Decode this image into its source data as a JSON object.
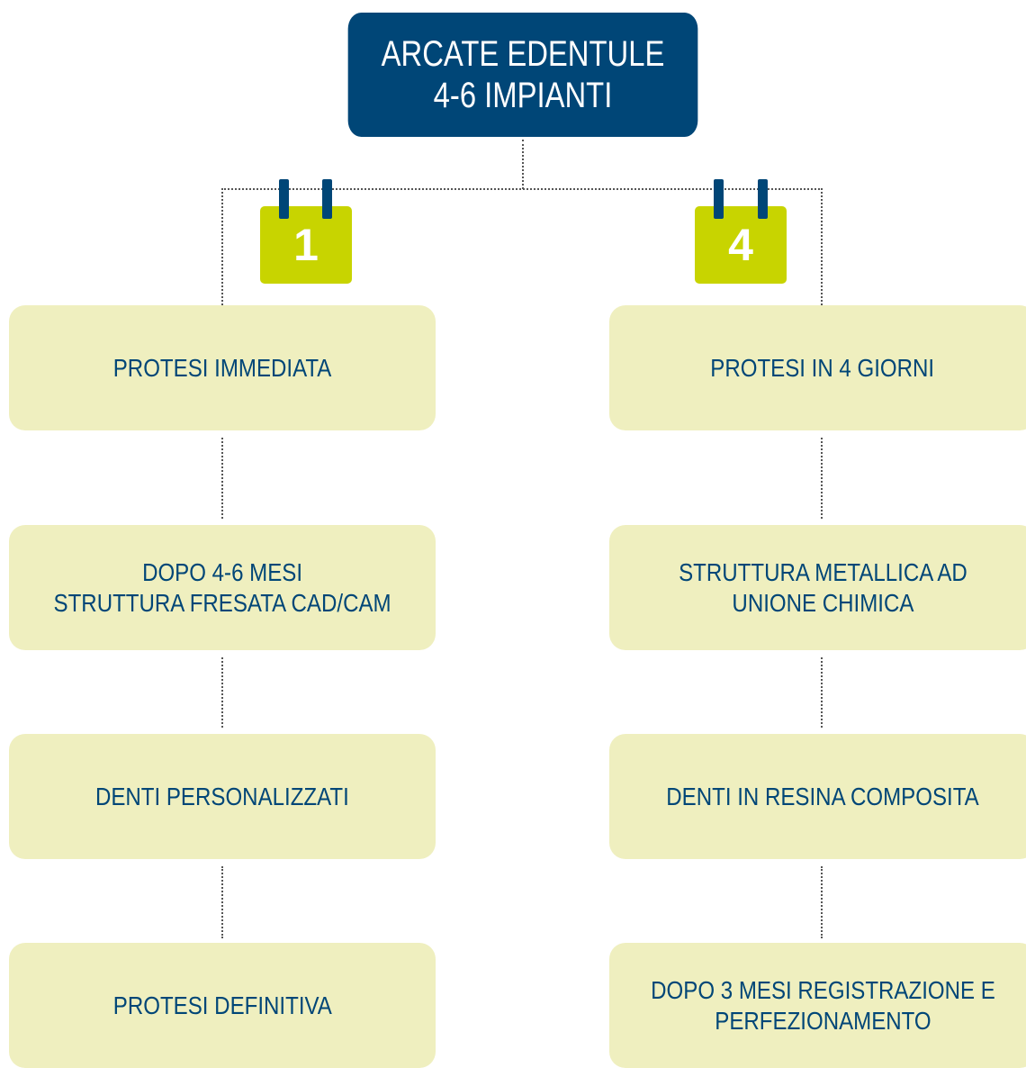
{
  "title": {
    "line1": "ARCATE EDENTULE",
    "line2": "4-6 IMPIANTI"
  },
  "left_branch": {
    "calendar_number": "1",
    "steps": [
      "PROTESI IMMEDIATA",
      "DOPO 4-6 MESI\nSTRUTTURA FRESATA CAD/CAM",
      "DENTI PERSONALIZZATI",
      "PROTESI DEFINITIVA"
    ]
  },
  "right_branch": {
    "calendar_number": "4",
    "steps": [
      "PROTESI IN 4 GIORNI",
      "STRUTTURA METALLICA AD\nUNIONE CHIMICA",
      "DENTI IN RESINA COMPOSITA",
      "DOPO 3 MESI REGISTRAZIONE E\nPERFEZIONAMENTO"
    ]
  },
  "colors": {
    "title_bg": "#004677",
    "calendar_bg": "#c8d400",
    "step_bg": "#efefbf",
    "step_text": "#004677"
  }
}
